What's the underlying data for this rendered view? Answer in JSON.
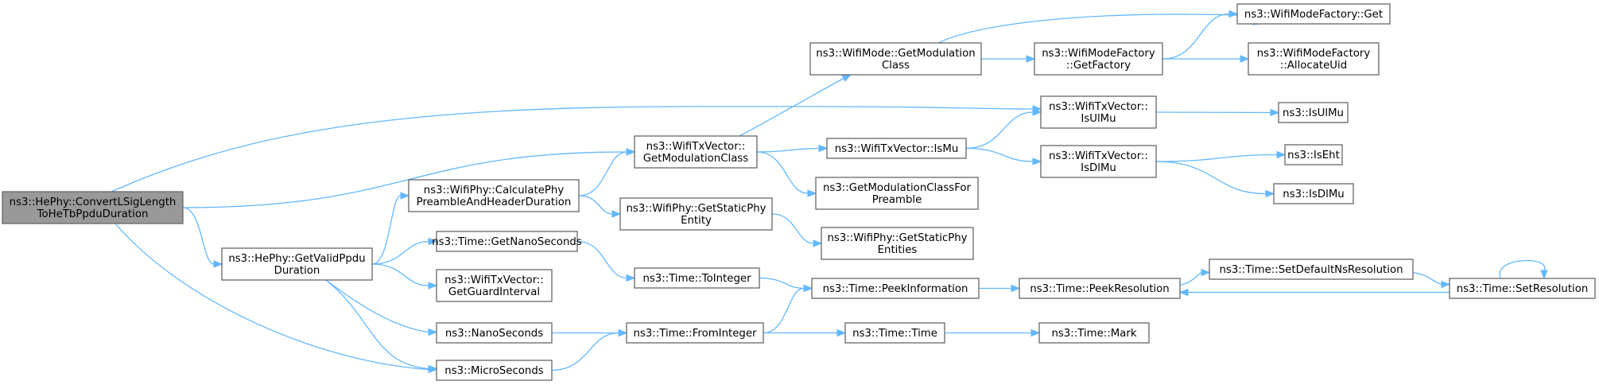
{
  "nodes": {
    "n0": {
      "lines": [
        "ns3::HePhy::ConvertLSigLength",
        "ToHeTbPpduDuration"
      ],
      "root": true
    },
    "n1": {
      "lines": [
        "ns3::HePhy::GetValidPpdu",
        "Duration"
      ]
    },
    "n2": {
      "lines": [
        "ns3::WifiPhy::CalculatePhy",
        "PreambleAndHeaderDuration"
      ]
    },
    "n3": {
      "lines": [
        "ns3::Time::GetNanoSeconds"
      ]
    },
    "n4": {
      "lines": [
        "ns3::WifiTxVector::",
        "GetGuardInterval"
      ]
    },
    "n5": {
      "lines": [
        "ns3::NanoSeconds"
      ]
    },
    "n6": {
      "lines": [
        "ns3::MicroSeconds"
      ]
    },
    "n7": {
      "lines": [
        "ns3::WifiTxVector::",
        "GetModulationClass"
      ]
    },
    "n8": {
      "lines": [
        "ns3::WifiPhy::GetStaticPhy",
        "Entity"
      ]
    },
    "n9": {
      "lines": [
        "ns3::Time::ToInteger"
      ]
    },
    "n10": {
      "lines": [
        "ns3::Time::FromInteger"
      ]
    },
    "n11": {
      "lines": [
        "ns3::WifiMode::GetModulation",
        "Class"
      ]
    },
    "n12": {
      "lines": [
        "ns3::WifiTxVector::IsMu"
      ]
    },
    "n13": {
      "lines": [
        "ns3::GetModulationClassFor",
        "Preamble"
      ]
    },
    "n14": {
      "lines": [
        "ns3::WifiPhy::GetStaticPhy",
        "Entities"
      ]
    },
    "n15": {
      "lines": [
        "ns3::Time::PeekInformation"
      ]
    },
    "n16": {
      "lines": [
        "ns3::Time::Time"
      ]
    },
    "n17": {
      "lines": [
        "ns3::WifiModeFactory",
        "::GetFactory"
      ]
    },
    "n18": {
      "lines": [
        "ns3::WifiTxVector::",
        "IsUlMu"
      ]
    },
    "n19": {
      "lines": [
        "ns3::WifiTxVector::",
        "IsDlMu"
      ]
    },
    "n20": {
      "lines": [
        "ns3::Time::PeekResolution"
      ]
    },
    "n21": {
      "lines": [
        "ns3::Time::Mark"
      ]
    },
    "n22": {
      "lines": [
        "ns3::WifiModeFactory::Get"
      ]
    },
    "n23": {
      "lines": [
        "ns3::WifiModeFactory",
        "::AllocateUid"
      ]
    },
    "n24": {
      "lines": [
        "ns3::IsUlMu"
      ]
    },
    "n25": {
      "lines": [
        "ns3::IsEht"
      ]
    },
    "n26": {
      "lines": [
        "ns3::IsDlMu"
      ]
    },
    "n27": {
      "lines": [
        "ns3::Time::SetDefaultNsResolution"
      ]
    },
    "n28": {
      "lines": [
        "ns3::Time::SetResolution"
      ]
    }
  },
  "edges": [
    [
      "n0",
      "n1"
    ],
    [
      "n0",
      "n7"
    ],
    [
      "n0",
      "n18"
    ],
    [
      "n0",
      "n6"
    ],
    [
      "n1",
      "n2"
    ],
    [
      "n1",
      "n3"
    ],
    [
      "n1",
      "n4"
    ],
    [
      "n1",
      "n5"
    ],
    [
      "n1",
      "n6"
    ],
    [
      "n2",
      "n7"
    ],
    [
      "n2",
      "n8"
    ],
    [
      "n3",
      "n9"
    ],
    [
      "n5",
      "n10"
    ],
    [
      "n6",
      "n10"
    ],
    [
      "n7",
      "n11"
    ],
    [
      "n7",
      "n12"
    ],
    [
      "n7",
      "n13"
    ],
    [
      "n8",
      "n14"
    ],
    [
      "n9",
      "n15"
    ],
    [
      "n10",
      "n15"
    ],
    [
      "n10",
      "n16"
    ],
    [
      "n11",
      "n17"
    ],
    [
      "n11",
      "n22"
    ],
    [
      "n12",
      "n18"
    ],
    [
      "n12",
      "n19"
    ],
    [
      "n15",
      "n20"
    ],
    [
      "n16",
      "n21"
    ],
    [
      "n17",
      "n22"
    ],
    [
      "n17",
      "n23"
    ],
    [
      "n18",
      "n24"
    ],
    [
      "n19",
      "n25"
    ],
    [
      "n19",
      "n26"
    ],
    [
      "n20",
      "n27"
    ],
    [
      "n27",
      "n28"
    ],
    [
      "n28",
      "n20"
    ],
    [
      "n28",
      "n28"
    ]
  ]
}
